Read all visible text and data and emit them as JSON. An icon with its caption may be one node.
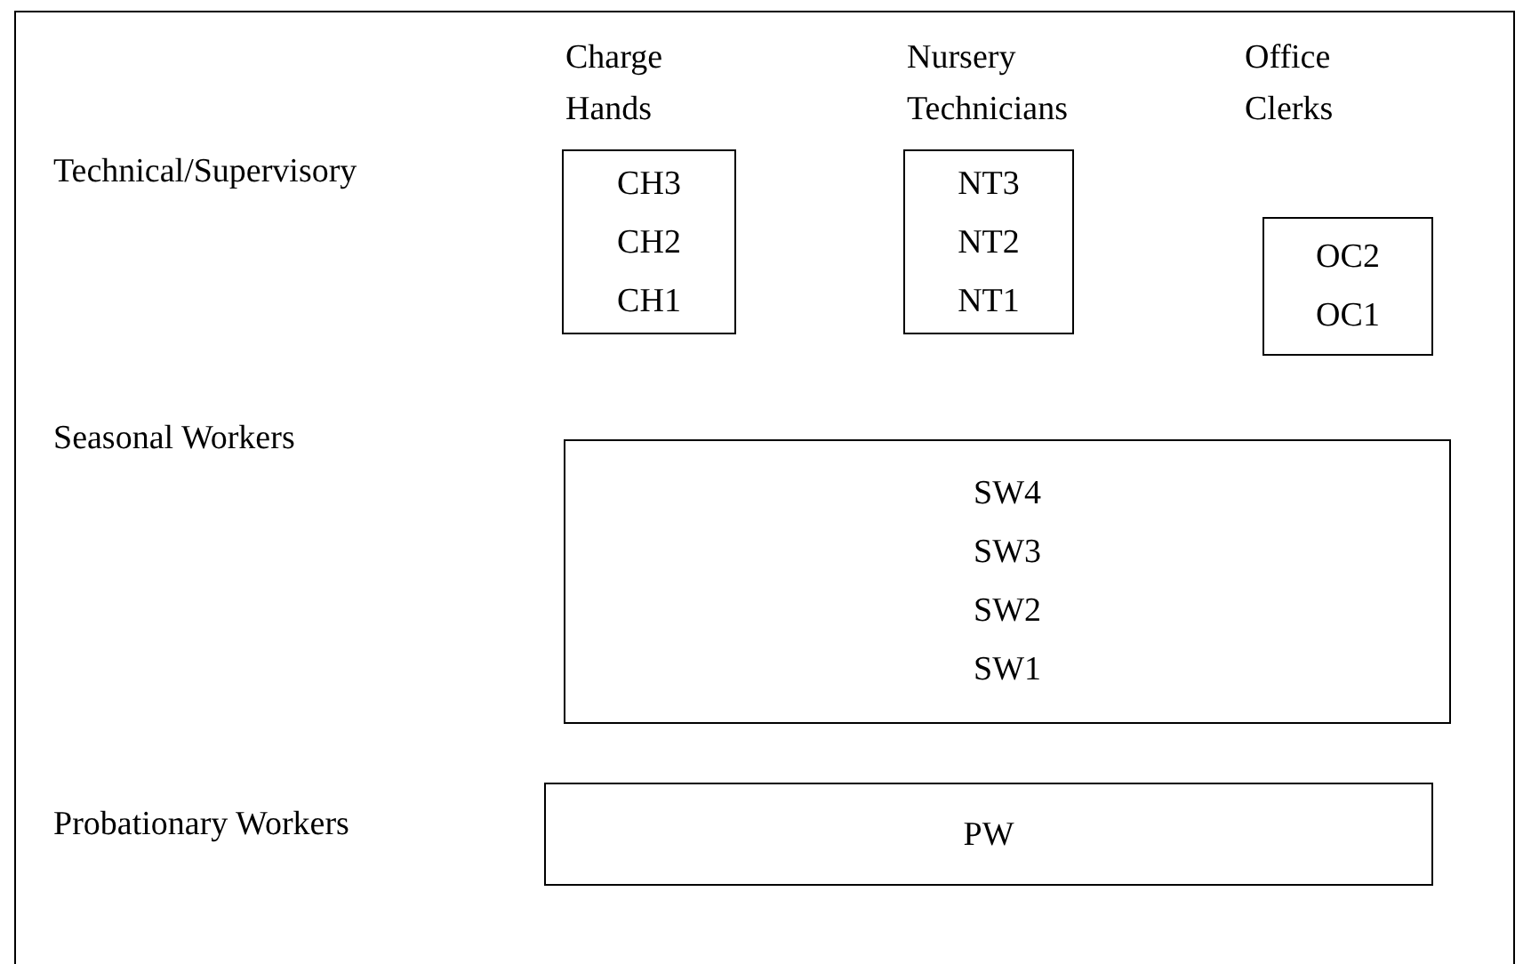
{
  "diagram": {
    "nodes": [
      {
        "text": [
          "Charge Hands",
          "CH3 CH2 CH1"
        ]
      },
      {
        "text": [
          "Nursery Technicians",
          "NT3 NT2 NT1"
        ]
      },
      {
        "text": [
          "Office Clerks",
          "OC2 OC1"
        ]
      },
      {
        "text": [
          "SW4 SW3 SW2 SW1"
        ]
      },
      {
        "text": [
          "PW"
        ]
      }
    ],
    "labels": [
      "Technical/Supervisory",
      "Seasonal Workers",
      "Probationary Workers"
    ]
  }
}
